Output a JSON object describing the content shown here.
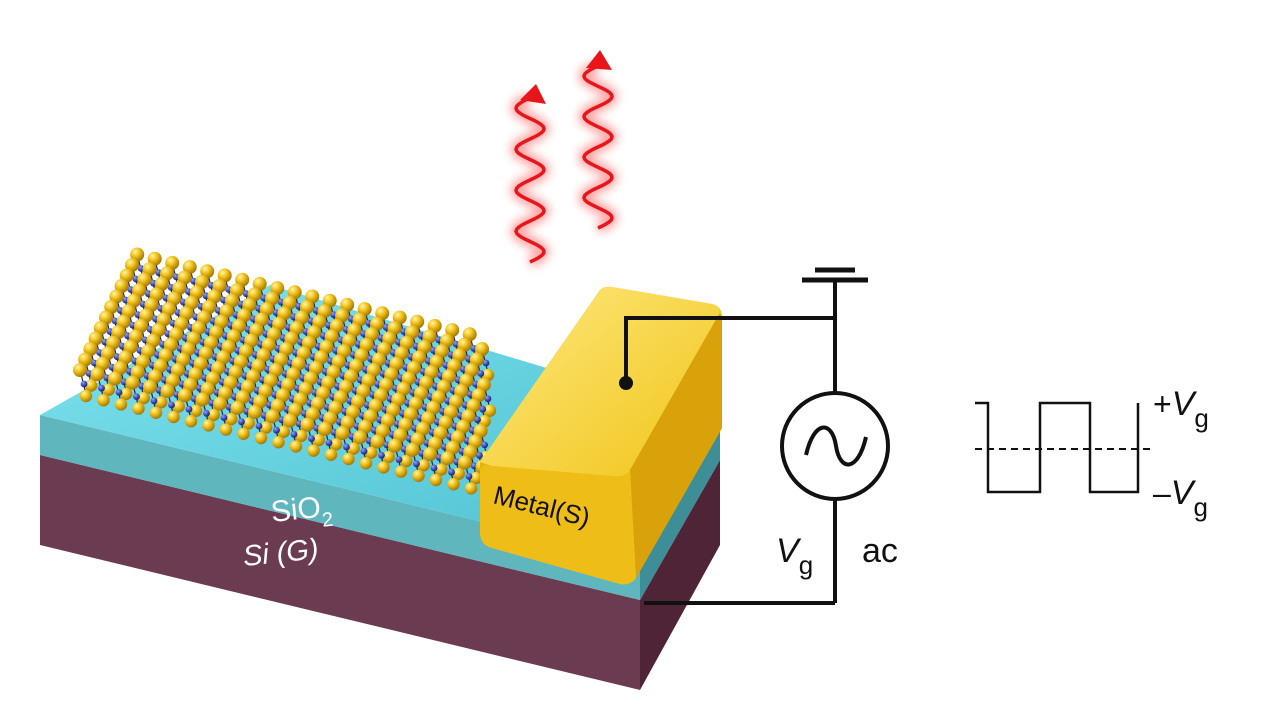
{
  "labels": {
    "sio2_main": "SiO",
    "sio2_sub": "2",
    "si": "Si (G)",
    "metal": "Metal(S)",
    "vg_main": "V",
    "vg_sub": "g",
    "ac": "ac",
    "plus_sign": "+",
    "plus_v": "V",
    "plus_sub": "g",
    "minus_sign": "–",
    "minus_v": "V",
    "minus_sub": "g"
  },
  "colors": {
    "atom_yellow": "#f2c31c",
    "atom_blue": "#3a4fb8",
    "sio2": "#5fc8d4",
    "si": "#6a3a50",
    "metal": "#f0c419",
    "emission": "#e8161b",
    "wire": "#111111"
  },
  "icons": [
    "ground-symbol-icon",
    "ac-source-icon",
    "emission-wave-icon",
    "square-wave-icon"
  ]
}
